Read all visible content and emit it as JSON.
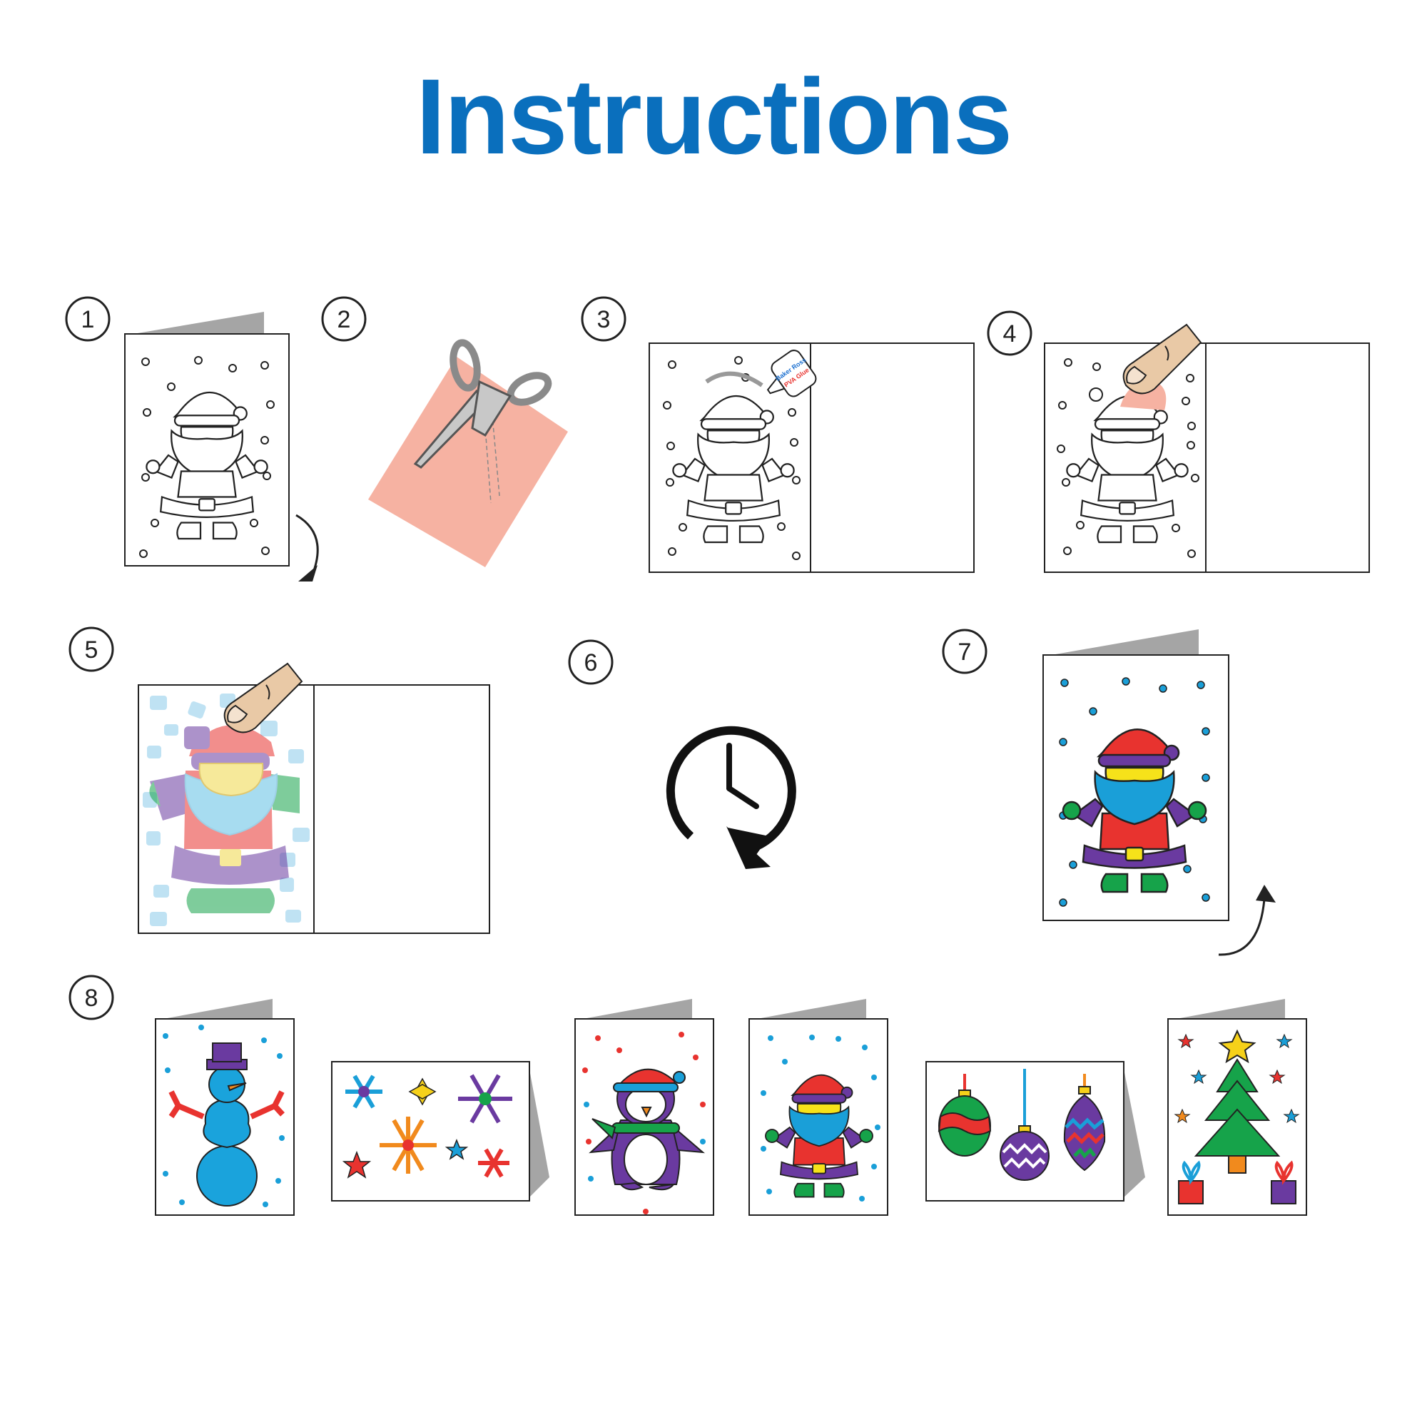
{
  "title": "Instructions",
  "steps": [
    {
      "number": "1"
    },
    {
      "number": "2"
    },
    {
      "number": "3"
    },
    {
      "number": "4"
    },
    {
      "number": "5"
    },
    {
      "number": "6"
    },
    {
      "number": "7"
    },
    {
      "number": "8"
    }
  ],
  "glue": {
    "brand": "Baker Ross",
    "product": "PVA Glue"
  },
  "colors": {
    "title": "#0a6fbd",
    "tissue_pink": "#f6b2a2",
    "santa_red": "#e8332f",
    "santa_purple": "#6a3aa0",
    "santa_blue": "#1a9fd8",
    "santa_yellow": "#f6e21a",
    "santa_green": "#16a34a",
    "card_fold_grey": "#a5a5a5",
    "outline": "#222222"
  },
  "cards_set": [
    {
      "design": "snowman-icon"
    },
    {
      "design": "snowflakes-icon"
    },
    {
      "design": "penguin-icon"
    },
    {
      "design": "santa-icon"
    },
    {
      "design": "baubles-icon"
    },
    {
      "design": "christmas-tree-icon"
    }
  ]
}
